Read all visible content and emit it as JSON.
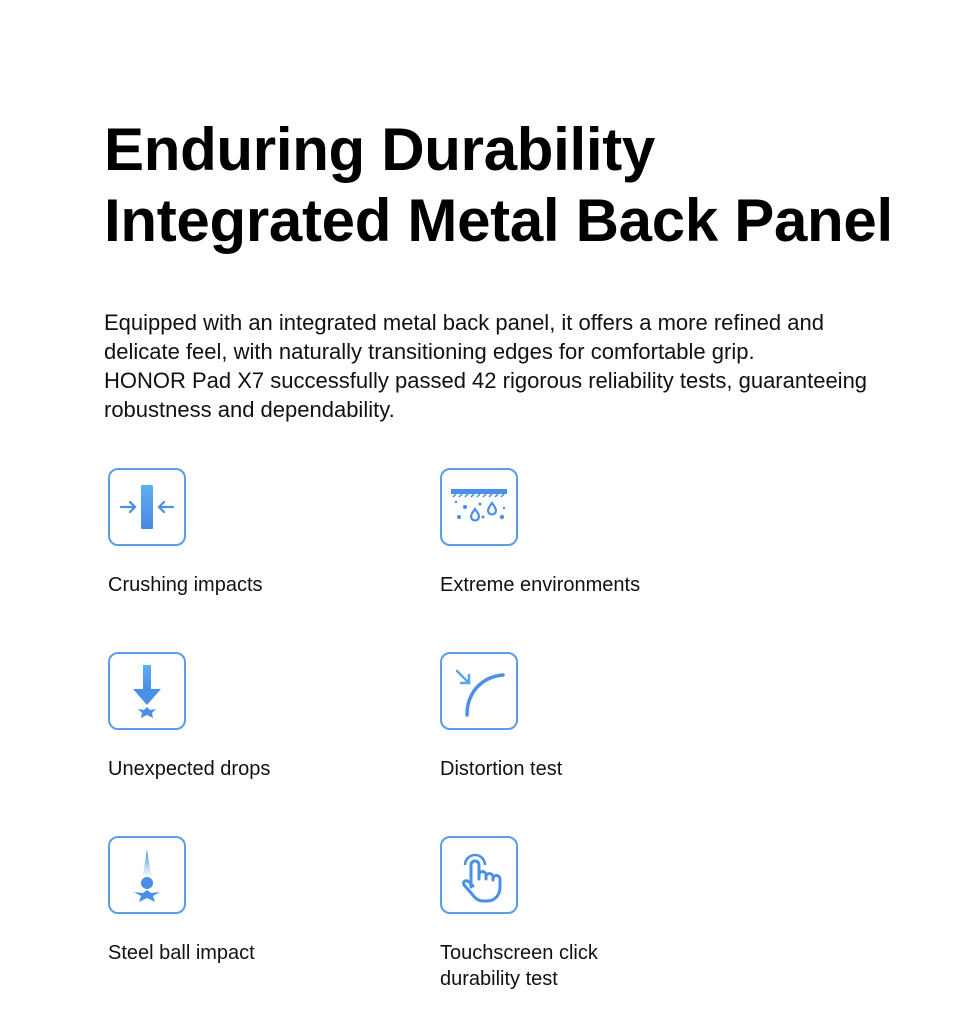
{
  "title": {
    "line1": "Enduring Durability",
    "line2": "Integrated Metal Back Panel"
  },
  "description": [
    "Equipped with an integrated metal back panel, it offers a more refined and",
    "delicate feel, with naturally transitioning edges for comfortable grip.",
    "HONOR Pad X7 successfully passed 42 rigorous reliability tests, guaranteeing",
    "robustness and dependability."
  ],
  "accent_color": "#4a8fe8",
  "tests": [
    {
      "label": "Crushing impacts",
      "icon": "compression-icon"
    },
    {
      "label": "Extreme environments",
      "icon": "weather-drops-icon"
    },
    {
      "label": "Unexpected drops",
      "icon": "drop-arrow-icon"
    },
    {
      "label": "Distortion test",
      "icon": "bend-curve-icon"
    },
    {
      "label": "Steel ball impact",
      "icon": "steel-ball-icon"
    },
    {
      "label": "Touchscreen click durability test",
      "label_lines": [
        "Touchscreen click",
        "durability test"
      ],
      "icon": "touch-hand-icon"
    }
  ]
}
